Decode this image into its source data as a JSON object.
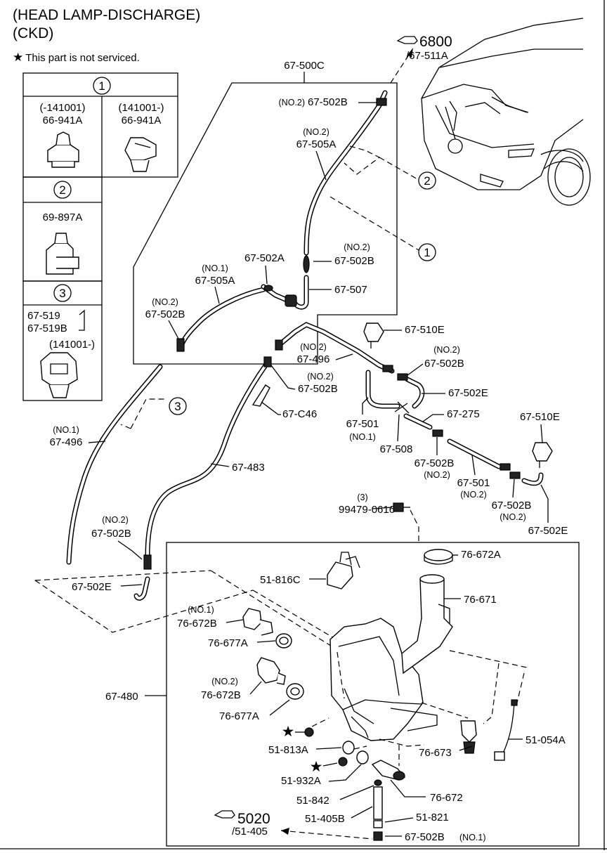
{
  "header": {
    "title_line1": "(HEAD LAMP-DISCHARGE)",
    "title_line2": "(CKD)",
    "note_symbol": "★",
    "note_text": "This part is not serviced."
  },
  "legend": {
    "c1": {
      "num": "1",
      "left_code": "(-141001)",
      "left_part": "66-941A",
      "right_code": "(141001-)",
      "right_part": "66-941A"
    },
    "c2": {
      "num": "2",
      "part": "69-897A"
    },
    "c3": {
      "num": "3",
      "part1": "67-519",
      "part2": "67-519B",
      "code": "(141001-)"
    }
  },
  "refs": {
    "r6800_num": "6800",
    "r6800_sub": "/67-511A",
    "r5020_num": "5020",
    "r5020_sub": "/51-405"
  },
  "labels": {
    "l500c": "67-500C",
    "l502b_top_pre": "(NO.2)",
    "l502b_top": "67-502B",
    "l505a2_pre": "(NO.2)",
    "l505a2": "67-505A",
    "l502a": "67-502A",
    "l502b_mid_pre": "(NO.2)",
    "l502b_mid": "67-502B",
    "l505a1_pre": "(NO.1)",
    "l505a1": "67-505A",
    "l507": "67-507",
    "l502b_left_pre": "(NO.2)",
    "l502b_left": "67-502B",
    "l510e_1": "67-510E",
    "l496b_pre": "(NO.2)",
    "l496b": "67-496",
    "l502b_r1_pre": "(NO.2)",
    "l502b_r1": "67-502B",
    "l502b_c_pre": "(NO.2)",
    "l502b_c": "67-502B",
    "l502e_1": "67-502E",
    "lc46": "67-C46",
    "l275": "67-275",
    "l510e_2": "67-510E",
    "l496a_pre": "(NO.1)",
    "l496a": "67-496",
    "l501a": "67-501",
    "l501a_post": "(NO.1)",
    "l508": "67-508",
    "l502b_r2": "67-502B",
    "l502b_r2_post": "(NO.2)",
    "l501b": "67-501",
    "l501b_post": "(NO.2)",
    "l502b_r3": "67-502B",
    "l502b_r3_post": "(NO.2)",
    "l502e_2": "67-502E",
    "l483": "67-483",
    "l99479_pre": "(3)",
    "l99479": "99479-0616",
    "l502b_b_pre": "(NO.2)",
    "l502b_b": "67-502B",
    "l502e_3": "67-502E",
    "l672a": "76-672A",
    "l816c": "51-816C",
    "l671": "76-671",
    "l672b1_pre": "(NO.1)",
    "l672b1": "76-672B",
    "l677a1": "76-677A",
    "l480": "67-480",
    "l672b2_pre": "(NO.2)",
    "l672b2": "76-672B",
    "l677a2": "76-677A",
    "l813a": "51-813A",
    "l673": "76-673",
    "l054a": "51-054A",
    "l932a": "51-932A",
    "l842": "51-842",
    "l672": "76-672",
    "l405b": "51-405B",
    "l821": "51-821",
    "l502b_bot": "67-502B",
    "l502b_bot_post": "(NO.1)"
  }
}
